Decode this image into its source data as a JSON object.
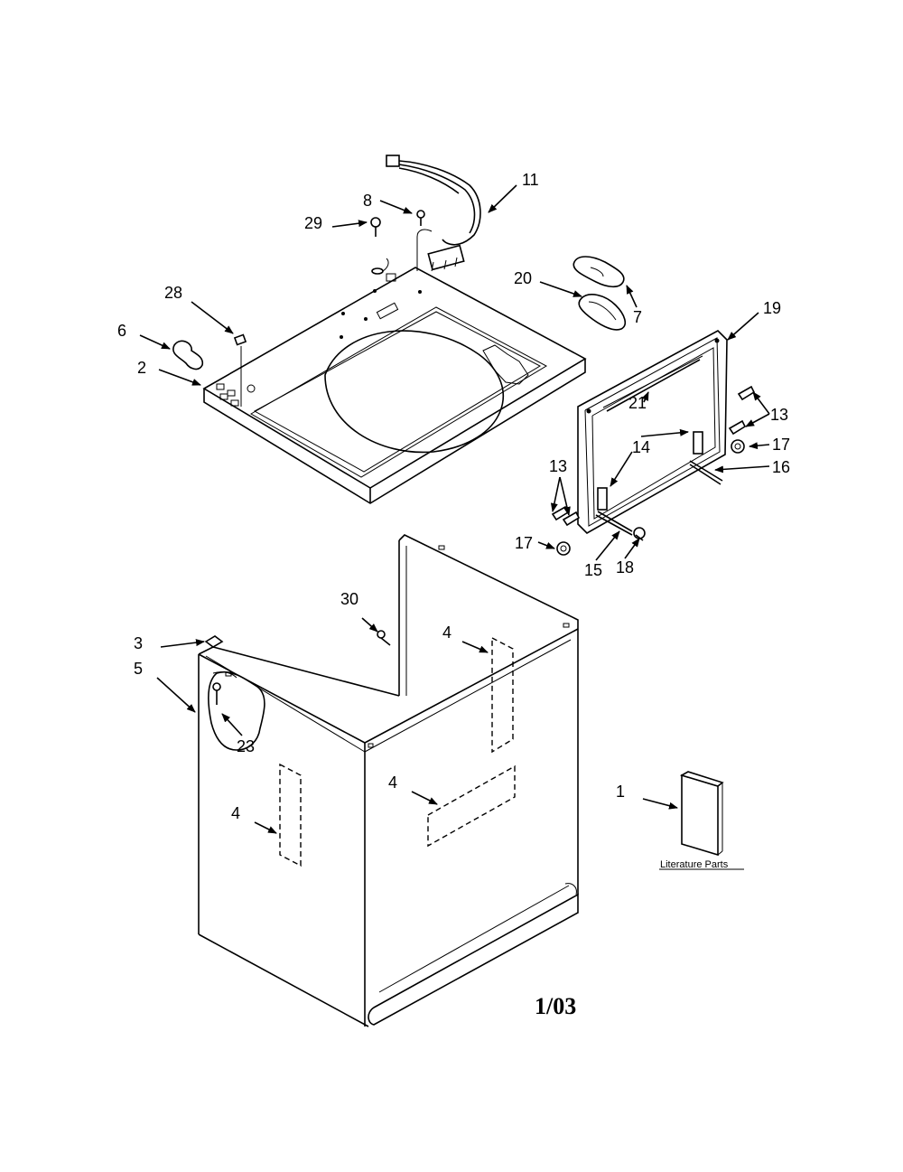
{
  "callouts": {
    "c1": "1",
    "c2": "2",
    "c3": "3",
    "c4a": "4",
    "c4b": "4",
    "c4c": "4",
    "c5": "5",
    "c6": "6",
    "c7": "7",
    "c8": "8",
    "c11": "11",
    "c13a": "13",
    "c13b": "13",
    "c14": "14",
    "c15": "15",
    "c16": "16",
    "c17a": "17",
    "c17b": "17",
    "c18": "18",
    "c19": "19",
    "c20": "20",
    "c21": "21",
    "c23": "23",
    "c28": "28",
    "c29": "29",
    "c30": "30"
  },
  "literature_label": "Literature Parts",
  "page_code": "1/03"
}
